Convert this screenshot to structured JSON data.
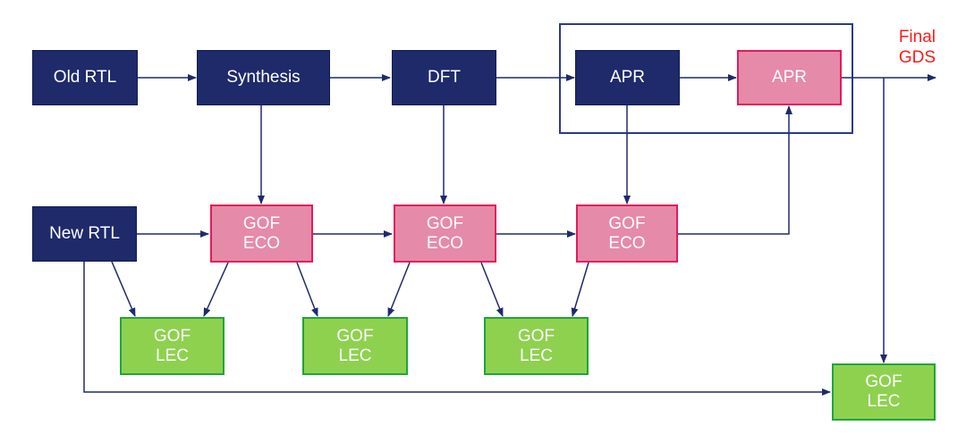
{
  "nodes": {
    "old_rtl": "Old RTL",
    "synthesis": "Synthesis",
    "dft": "DFT",
    "apr_1": "APR",
    "apr_2": "APR",
    "new_rtl": "New RTL",
    "gof_eco_1": [
      "GOF",
      "ECO"
    ],
    "gof_eco_2": [
      "GOF",
      "ECO"
    ],
    "gof_eco_3": [
      "GOF",
      "ECO"
    ],
    "gof_lec_1": [
      "GOF",
      "LEC"
    ],
    "gof_lec_2": [
      "GOF",
      "LEC"
    ],
    "gof_lec_3": [
      "GOF",
      "LEC"
    ],
    "gof_lec_4": [
      "GOF",
      "LEC"
    ]
  },
  "output_label": [
    "Final",
    "GDS"
  ],
  "colors": {
    "navy": "#1f2a6b",
    "pink_fill": "#e58aa8",
    "pink_border": "#e5195a",
    "green_fill": "#8ed14f",
    "green_border": "#1fa53a",
    "arrow": "#1f2a6b",
    "output_label": "#ff1a1a"
  }
}
